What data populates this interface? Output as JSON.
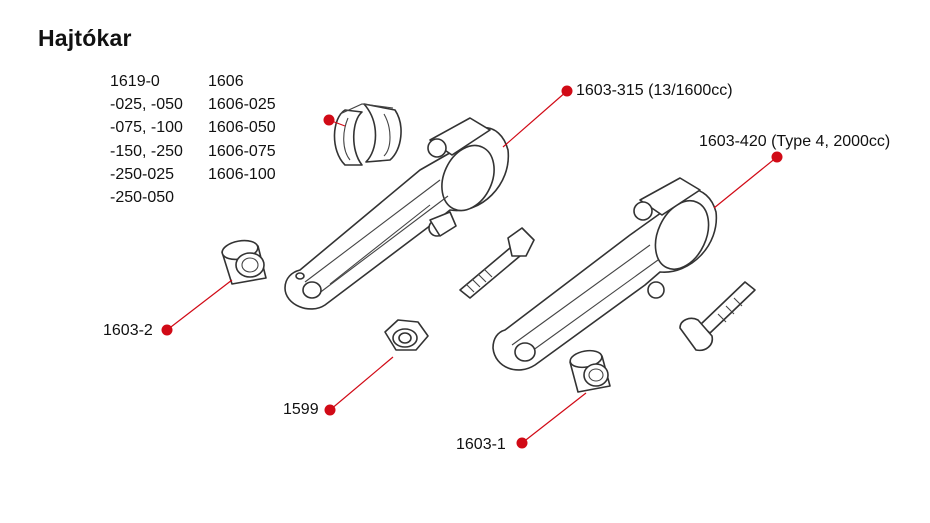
{
  "title": "Hajtókar",
  "part_numbers_left": [
    "1619-0",
    "-025, -050",
    "-075, -100",
    "-150, -250",
    "-250-025",
    "-250-050"
  ],
  "part_numbers_right": [
    "1606",
    "1606-025",
    "1606-050",
    "1606-075",
    "1606-100"
  ],
  "callouts": {
    "conrod_1600": "1603-315",
    "conrod_1600_note": "(13/1600cc)",
    "conrod_2000": "1603-420",
    "conrod_2000_note": "(Type 4, 2000cc)",
    "small_bushing_left": "1603-2",
    "nut": "1599",
    "small_bushing_right": "1603-1"
  },
  "colors": {
    "callout": "#d10a16",
    "line_art": "#333333"
  }
}
